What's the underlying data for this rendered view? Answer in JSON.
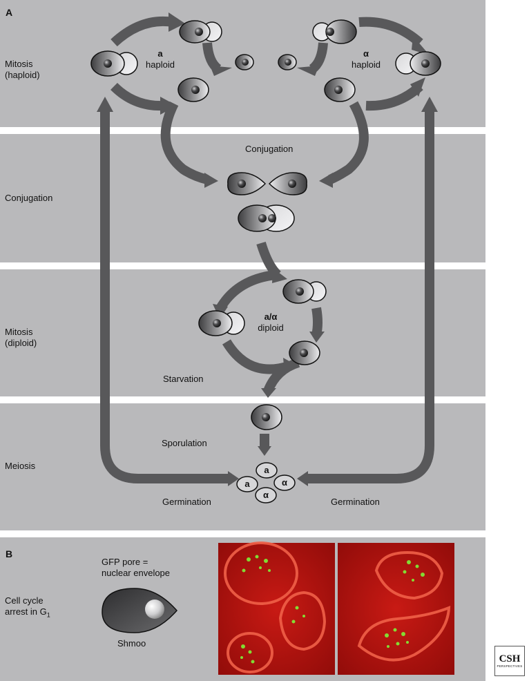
{
  "panel_a": {
    "letter": "A",
    "rows": {
      "mitosis_haploid": [
        "Mitosis",
        "(haploid)"
      ],
      "conjugation": "Conjugation",
      "mitosis_diploid": [
        "Mitosis",
        "(diploid)"
      ],
      "meiosis": "Meiosis"
    },
    "haploid_a": {
      "mating_type": "a",
      "label": "haploid"
    },
    "haploid_alpha": {
      "mating_type": "α",
      "label": "haploid"
    },
    "conjugation_arrow_label": "Conjugation",
    "diploid": {
      "mating_type": "a/α",
      "label": "diploid"
    },
    "starvation": "Starvation",
    "sporulation": "Sporulation",
    "germination_left": "Germination",
    "germination_right": "Germination",
    "spores": [
      "a",
      "a",
      "α",
      "α"
    ]
  },
  "panel_b": {
    "letter": "B",
    "row_label": [
      "Cell cycle",
      "arrest in G",
      "1"
    ],
    "gfp_note": [
      "GFP pore =",
      "nuclear envelope"
    ],
    "shmoo_label": "Shmoo"
  },
  "logo": {
    "big": "CSH",
    "small": "PERSPECTIVES"
  },
  "colors": {
    "band": "#b9b9bb",
    "arrow": "#58585a",
    "cell_dark": "#4a4a4c",
    "cell_light": "#e6e6e8",
    "micrograph_bg": "#b01010",
    "gfp": "#7cff3a"
  }
}
